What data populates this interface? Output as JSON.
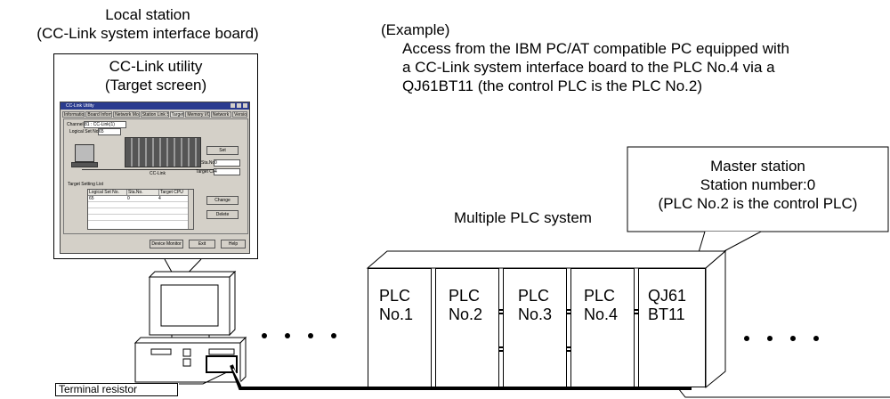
{
  "local_station": {
    "title_line1": "Local station",
    "title_line2": "(CC-Link system interface board)"
  },
  "utility_box": {
    "line1": "CC-Link utility",
    "line2": "(Target screen)"
  },
  "example": {
    "heading": "(Example)",
    "line1": "Access from the IBM PC/AT compatible PC equipped with",
    "line2": "a CC-Link system interface board to the PLC No.4 via a",
    "line3": "QJ61BT11 (the control PLC is the PLC No.2)"
  },
  "master_callout": {
    "line1": "Master station",
    "line2": "Station number:0",
    "line3": "(PLC No.2 is the control PLC)"
  },
  "multiple_plc_label": "Multiple PLC system",
  "plc_slots": [
    {
      "line1": "PLC",
      "line2": "No.1"
    },
    {
      "line1": "PLC",
      "line2": "No.2"
    },
    {
      "line1": "PLC",
      "line2": "No.3"
    },
    {
      "line1": "PLC",
      "line2": "No.4"
    },
    {
      "line1": "QJ61",
      "line2": "BT11"
    }
  ],
  "terminal_resistor": "Terminal resistor",
  "screen": {
    "window_title": "CC-Link Utility",
    "tabs": [
      "Information",
      "Board Information",
      "Network Monitor",
      "Station Link Status",
      "Target",
      "Memory I/O Test",
      "Network Test",
      "Version"
    ],
    "channel_label": "Channel",
    "channel_value": "81 : CC-Link(1)",
    "logical_label": "Logical Set No.",
    "logical_value": "65",
    "set_button": "Set",
    "sta_label": "Sta.No.",
    "sta_value": "0",
    "target_cpu_label": "Target CPU",
    "target_cpu_value": "4",
    "cclink_label": "CC-Link",
    "list_group_label": "Target Setting List",
    "list_headers": [
      "Logical Set No.",
      "Sta.No.",
      "Target CPU"
    ],
    "list_row": [
      "65",
      "0",
      "4"
    ],
    "change_button": "Change",
    "delete_button": "Delete",
    "device_monitor_button": "Device Monitor",
    "exit_button": "Exit",
    "help_button": "Help"
  }
}
